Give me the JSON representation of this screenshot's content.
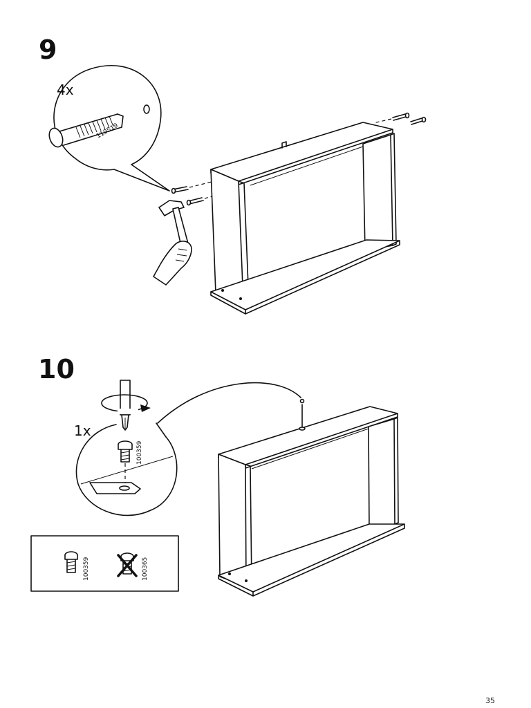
{
  "steps": [
    {
      "number": "9",
      "quantity": "4x",
      "part_number": "110519"
    },
    {
      "number": "10",
      "quantity": "1x",
      "part_number": "100359"
    }
  ],
  "screw_legend": {
    "correct_part": "100359",
    "wrong_part": "100365"
  },
  "page_number": "35",
  "icons": [
    "wooden-dowel-icon",
    "hammer-icon",
    "hand-icon",
    "screwdriver-icon",
    "rotate-arrow-icon",
    "screw-icon",
    "cross-out-icon",
    "shelf-frame-icon"
  ]
}
